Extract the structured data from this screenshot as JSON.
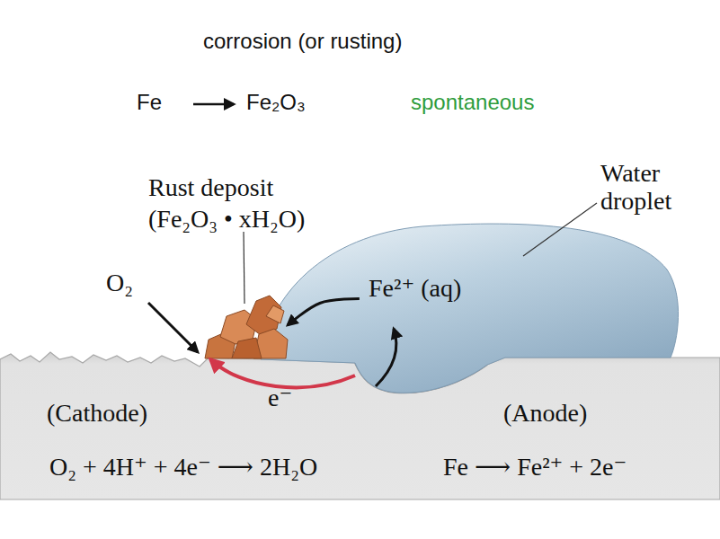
{
  "diagram": {
    "title": "corrosion (or rusting)",
    "nodes": [
      {
        "text": [
          "Rust deposit",
          "(Fe₂O₃ • xH₂O)"
        ]
      },
      {
        "text": [
          "Water droplet"
        ]
      }
    ],
    "edges": [
      {
        "from": 1,
        "to": 0,
        "arrow": "to",
        "label": "Fe²⁺ (aq)"
      }
    ],
    "labels": [
      "Fe",
      "Fe₂O₃",
      "spontaneous",
      "O₂",
      "e⁻",
      "(Cathode)",
      "(Anode)",
      "O₂ + 4H⁺ + 4e⁻ ⟶ 2H₂O",
      "Fe ⟶ Fe²⁺ + 2e⁻"
    ]
  }
}
